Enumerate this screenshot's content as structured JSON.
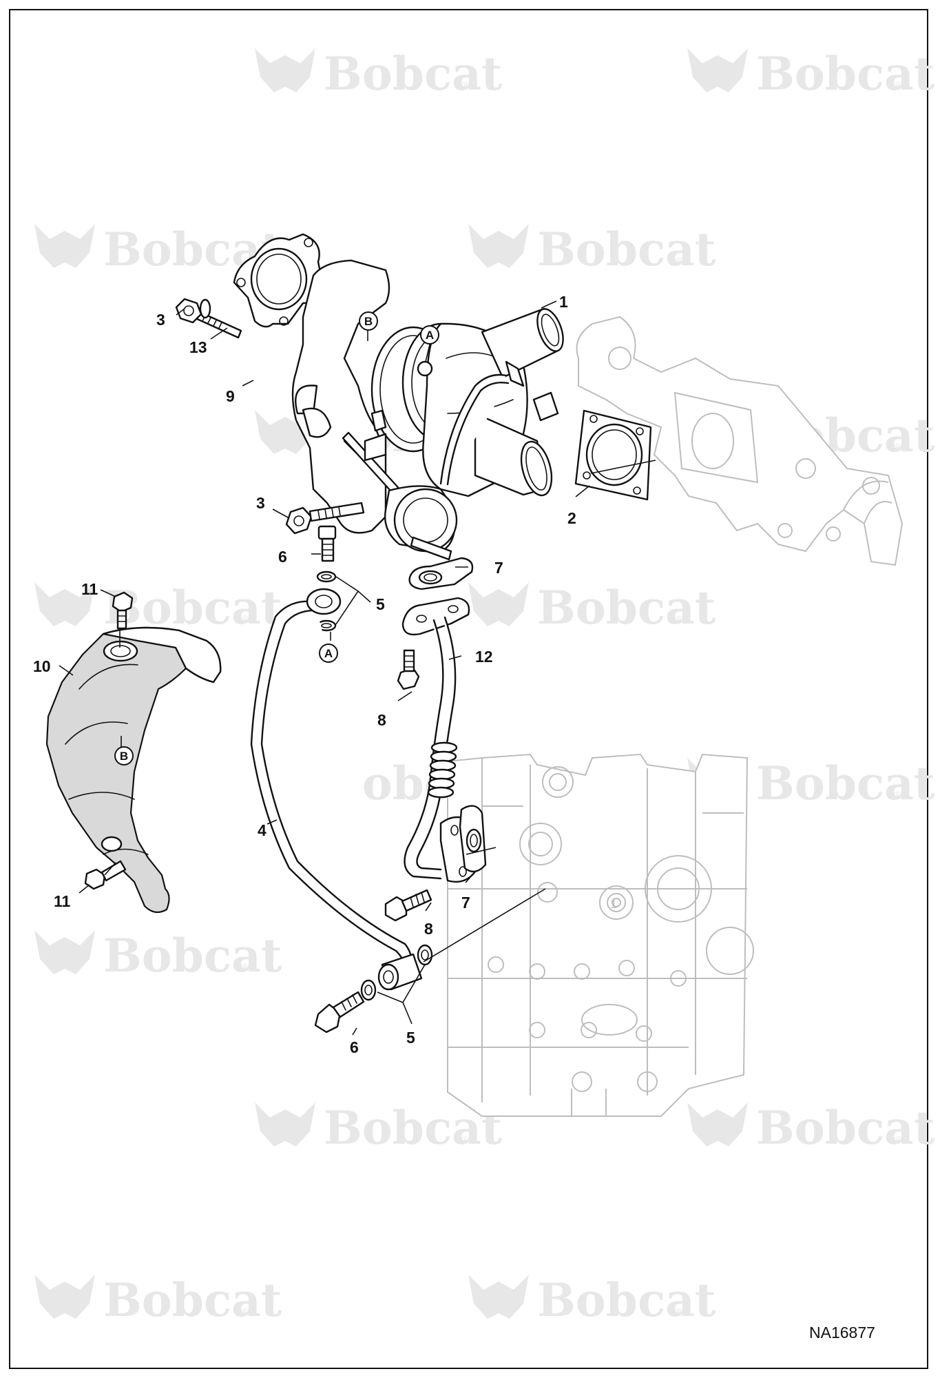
{
  "watermark": {
    "brand": "Bobcat",
    "reg_mark": "®"
  },
  "drawing_number": "NA16877",
  "callouts": [
    "1",
    "2",
    "3",
    "3",
    "4",
    "5",
    "5",
    "6",
    "6",
    "7",
    "7",
    "8",
    "8",
    "9",
    "10",
    "11",
    "11",
    "12",
    "13"
  ],
  "reference_markers": [
    "A",
    "A",
    "B",
    "B"
  ],
  "engine_casting_mark": "1"
}
